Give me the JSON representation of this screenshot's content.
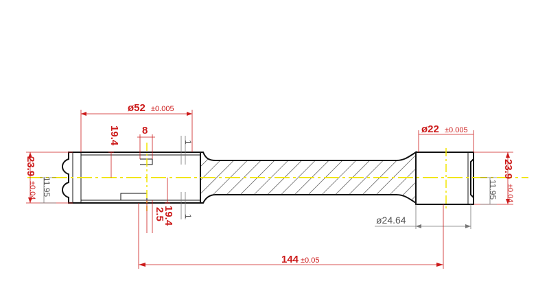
{
  "dimensions": {
    "outer_diameter": {
      "symbol": "ø52",
      "tolerance": "±0.005"
    },
    "width_8": {
      "value": "8"
    },
    "height_19_4_top": {
      "value": "19.4"
    },
    "height_19_4_bottom": {
      "value": "19.4"
    },
    "slot_2_5": {
      "value": "2.5"
    },
    "left_height": {
      "value": "23.9",
      "tolerance": "±0.04"
    },
    "left_half": {
      "value": "11.95"
    },
    "right_diameter": {
      "symbol": "ø22",
      "tolerance": "±0.005"
    },
    "right_height": {
      "value": "23.9",
      "tolerance": "±0.04"
    },
    "right_half": {
      "value": "11.95"
    },
    "diameter_24_64": {
      "value": "ø24.64"
    },
    "length": {
      "value": "144",
      "tolerance": "±0.05"
    },
    "small_marks": [
      "1",
      "1"
    ]
  },
  "colors": {
    "dimension": "#cc1a1a",
    "centerline": "#f2e600",
    "outline": "#111111",
    "gray_dimension": "#777777"
  }
}
